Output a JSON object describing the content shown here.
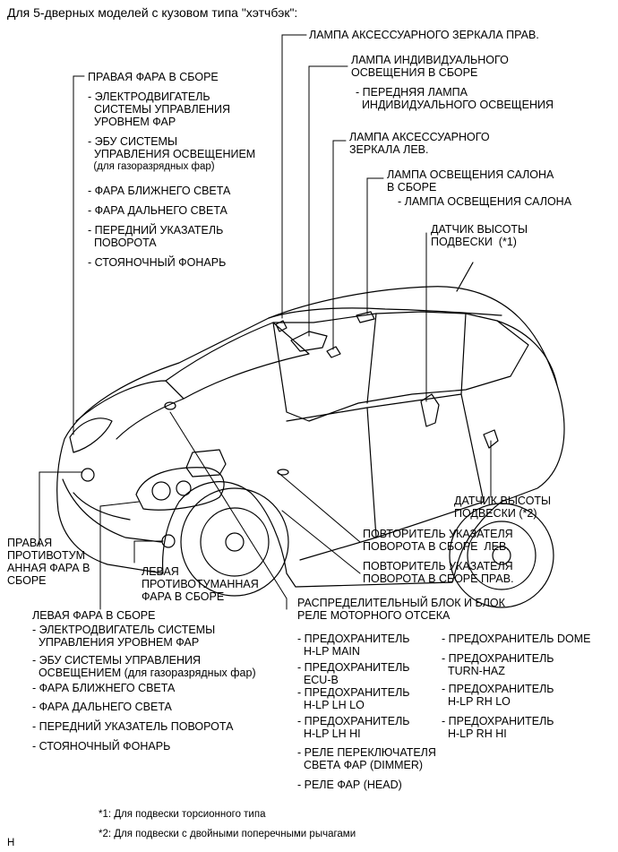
{
  "title": "Для 5-дверных моделей с кузовом типа \"хэтчбэк\":",
  "mirror_lamp_rh": "ЛАМПА АКСЕССУАРНОГО ЗЕРКАЛА ПРАВ.",
  "personal_light": {
    "title": "ЛАМПА ИНДИВИДУАЛЬНОГО\nОСВЕЩЕНИЯ В СБОРЕ",
    "sub": "- ПЕРЕДНЯЯ ЛАМПА\n  ИНДИВИДУАЛЬНОГО ОСВЕЩЕНИЯ"
  },
  "mirror_lamp_lh": "ЛАМПА АКСЕССУАРНОГО\nЗЕРКАЛА ЛЕВ.",
  "room_light": {
    "title": "ЛАМПА ОСВЕЩЕНИЯ САЛОНА\nВ СБОРЕ",
    "sub": "- ЛАМПА ОСВЕЩЕНИЯ САЛОНА"
  },
  "height_sensor_1": "ДАТЧИК ВЫСОТЫ\nПОДВЕСКИ  (*1)",
  "height_sensor_2": "ДАТЧИК ВЫСОТЫ\nПОДВЕСКИ (*2)",
  "headlamp_rh": {
    "title": "ПРАВАЯ ФАРА В СБОРЕ",
    "items": [
      "- ЭЛЕКТРОДВИГАТЕЛЬ\n  СИСТЕМЫ УПРАВЛЕНИЯ\n  УРОВНЕМ ФАР",
      "- ЭБУ СИСТЕМЫ\n  УПРАВЛЕНИЯ ОСВЕЩЕНИЕМ",
      "  (для газоразрядных фар)",
      "- ФАРА БЛИЖНЕГО СВЕТА",
      "- ФАРА ДАЛЬНЕГО СВЕТА",
      "- ПЕРЕДНИЙ УКАЗАТЕЛЬ\n  ПОВОРОТА",
      "- СТОЯНОЧНЫЙ ФОНАРЬ"
    ]
  },
  "fog_rh": "ПРАВАЯ\nПРОТИВОТУМ\nАННАЯ ФАРА В\nСБОРЕ",
  "fog_lh": "ЛЕВАЯ\nПРОТИВОТУМАННАЯ\nФАРА В СБОРЕ",
  "side_turn_lh": "ПОВТОРИТЕЛЬ УКАЗАТЕЛЯ\nПОВОРОТА В СБОРЕ  ЛЕВ.",
  "side_turn_rh": "ПОВТОРИТЕЛЬ УКАЗАТЕЛЯ\nПОВОРОТА В СБОРЕ ПРАВ.",
  "relay_block": {
    "title": "РАСПРЕДЕЛИТЕЛЬНЫЙ БЛОК И БЛОК\nРЕЛЕ МОТОРНОГО ОТСЕКА",
    "left_items": [
      "- ПРЕДОХРАНИТЕЛЬ\n  H-LP MAIN",
      "- ПРЕДОХРАНИТЕЛЬ\n  ECU-B",
      "- ПРЕДОХРАНИТЕЛЬ\n  H-LP LH LO",
      "- ПРЕДОХРАНИТЕЛЬ\n  H-LP LH HI"
    ],
    "right_items": [
      "- ПРЕДОХРАНИТЕЛЬ DOME",
      "- ПРЕДОХРАНИТЕЛЬ\n  TURN-HAZ",
      "- ПРЕДОХРАНИТЕЛЬ\n  H-LP RH LO",
      "- ПРЕДОХРАНИТЕЛЬ\n  H-LP RH HI"
    ],
    "relays": [
      "- РЕЛЕ ПЕРЕКЛЮЧАТЕЛЯ\n  СВЕТА ФАР (DIMMER)",
      "- РЕЛЕ ФАР (HEAD)"
    ]
  },
  "headlamp_lh": {
    "title": "ЛЕВАЯ ФАРА В СБОРЕ",
    "items": [
      "- ЭЛЕКТРОДВИГАТЕЛЬ СИСТЕМЫ\n  УПРАВЛЕНИЯ УРОВНЕМ ФАР",
      "- ЭБУ СИСТЕМЫ УПРАВЛЕНИЯ\n  ОСВЕЩЕНИЕМ (для газоразрядных фар)",
      "- ФАРА БЛИЖНЕГО СВЕТА",
      "- ФАРА ДАЛЬНЕГО СВЕТА",
      "- ПЕРЕДНИЙ УКАЗАТЕЛЬ ПОВОРОТА",
      "- СТОЯНОЧНЫЙ ФОНАРЬ"
    ]
  },
  "footnotes": [
    "*1: Для подвески торсионного типа",
    "*2: Для подвески с двойными поперечными рычагами"
  ],
  "corner_mark": "H"
}
